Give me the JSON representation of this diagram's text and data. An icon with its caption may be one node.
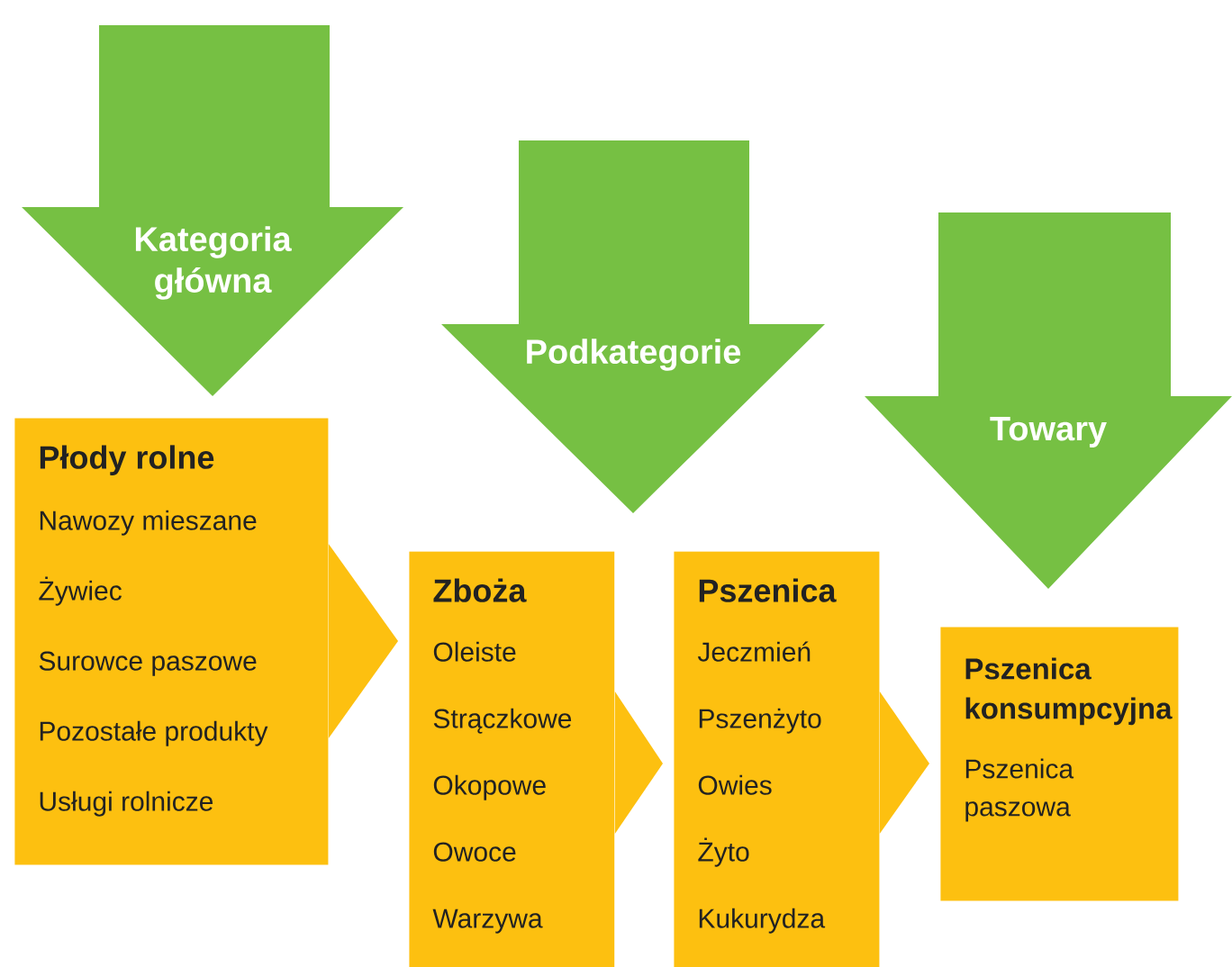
{
  "diagram": {
    "nodes": [
      {
        "text": [
          "Kategoria główna"
        ]
      },
      {
        "text": [
          "Podkategorie"
        ]
      },
      {
        "text": [
          "Towary"
        ]
      },
      {
        "text": [
          "Płody rolne",
          "Nawozy mieszane",
          "Żywiec",
          "Surowce paszowe",
          "Pozostałe produkty",
          "Usługi rolnicze"
        ]
      },
      {
        "text": [
          "Zboża",
          "Oleiste",
          "Strączkowe",
          "Okopowe",
          "Owoce",
          "Warzywa"
        ]
      },
      {
        "text": [
          "Pszenica",
          "Jeczmień",
          "Pszenżyto",
          "Owies",
          "Żyto",
          "Kukurydza"
        ]
      },
      {
        "text": [
          "Pszenica konsumpcyjna",
          "Pszenica paszowa"
        ]
      }
    ],
    "edges": [
      {
        "from": 3,
        "to": 4,
        "arrow": "to"
      },
      {
        "from": 4,
        "to": 5,
        "arrow": "to"
      },
      {
        "from": 5,
        "to": 6,
        "arrow": "to"
      }
    ]
  }
}
